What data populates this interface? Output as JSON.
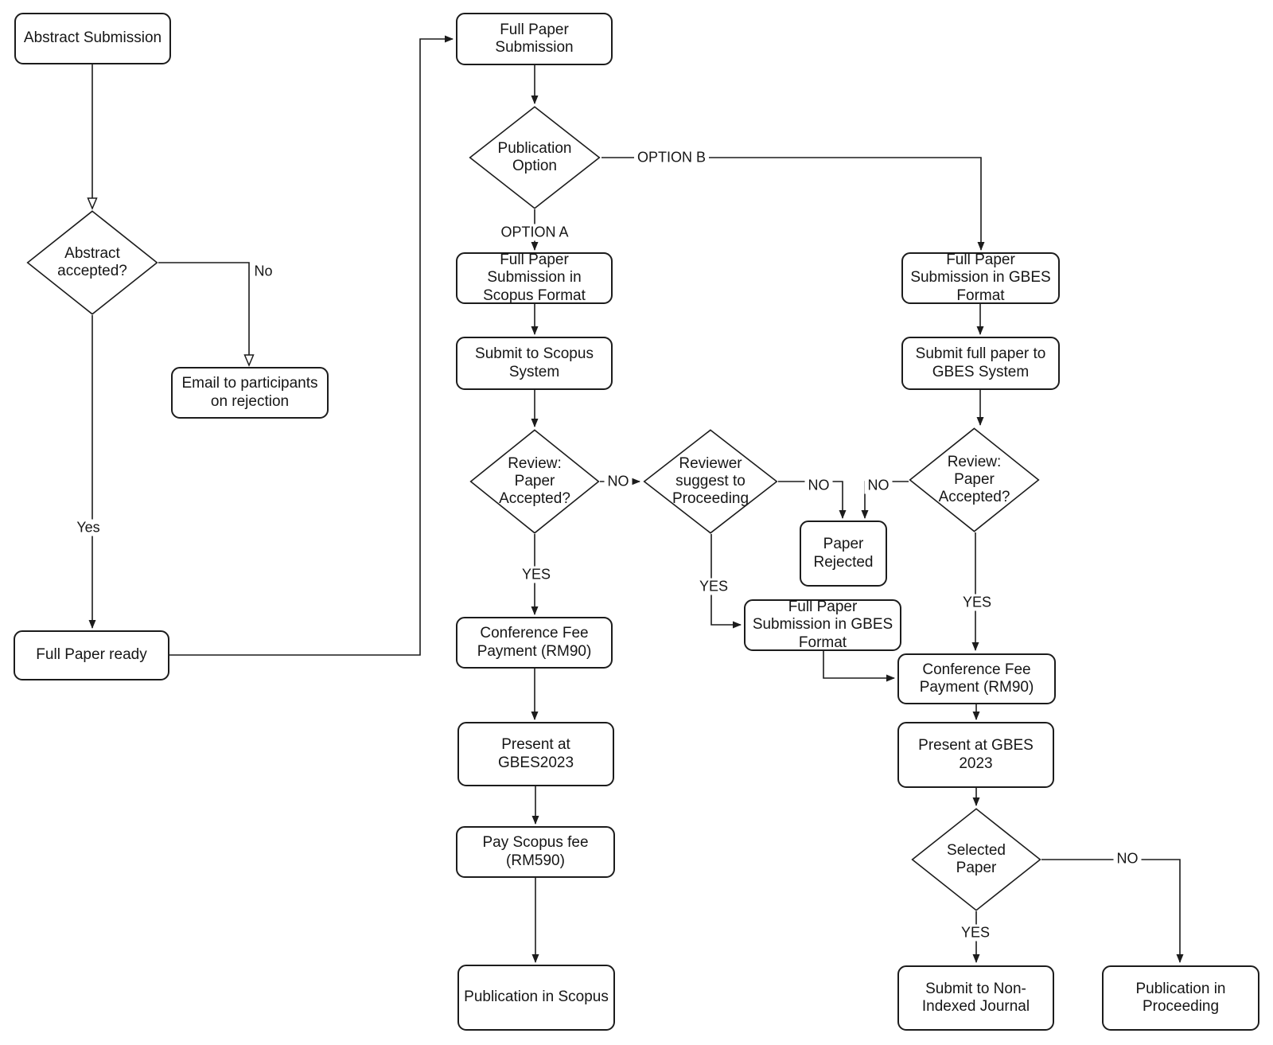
{
  "diagram": {
    "type": "flowchart",
    "background_color": "#ffffff",
    "line_color": "#1c1c1c",
    "node_fill": "#ffffff",
    "nodes": {
      "abstract_submission": "Abstract Submission",
      "abstract_accepted": "Abstract accepted?",
      "email_rejection": "Email to participants on rejection",
      "full_paper_ready": "Full Paper ready",
      "full_paper_submission": "Full Paper Submission",
      "publication_option": "Publication Option",
      "full_paper_scopus_format": "Full Paper Submission in Scopus Format",
      "submit_scopus_system": "Submit to Scopus System",
      "review_paper_accepted_a": "Review: Paper Accepted?",
      "reviewer_suggest_proceeding": "Reviewer suggest to Proceeding",
      "paper_rejected": "Paper Rejected",
      "full_paper_gbes_format_small": "Full Paper Submission in GBES Format",
      "conference_fee_a": "Conference Fee Payment (RM90)",
      "present_gbes2023_a": "Present at GBES2023",
      "pay_scopus_fee": "Pay Scopus fee (RM590)",
      "publication_scopus": "Publication in Scopus",
      "full_paper_gbes_format": "Full Paper Submission in GBES Format",
      "submit_gbes_system": "Submit full paper to GBES System",
      "review_paper_accepted_b": "Review: Paper Accepted?",
      "conference_fee_b": "Conference Fee Payment (RM90)",
      "present_gbes_2023_b": "Present at GBES 2023",
      "selected_paper": "Selected Paper",
      "submit_non_indexed": "Submit to Non-Indexed Journal",
      "publication_proceeding": "Publication in Proceeding"
    },
    "labels": {
      "yes": "Yes",
      "no": "No",
      "yes_caps": "YES",
      "no_caps": "NO",
      "option_a": "OPTION A",
      "option_b": "OPTION B"
    }
  }
}
